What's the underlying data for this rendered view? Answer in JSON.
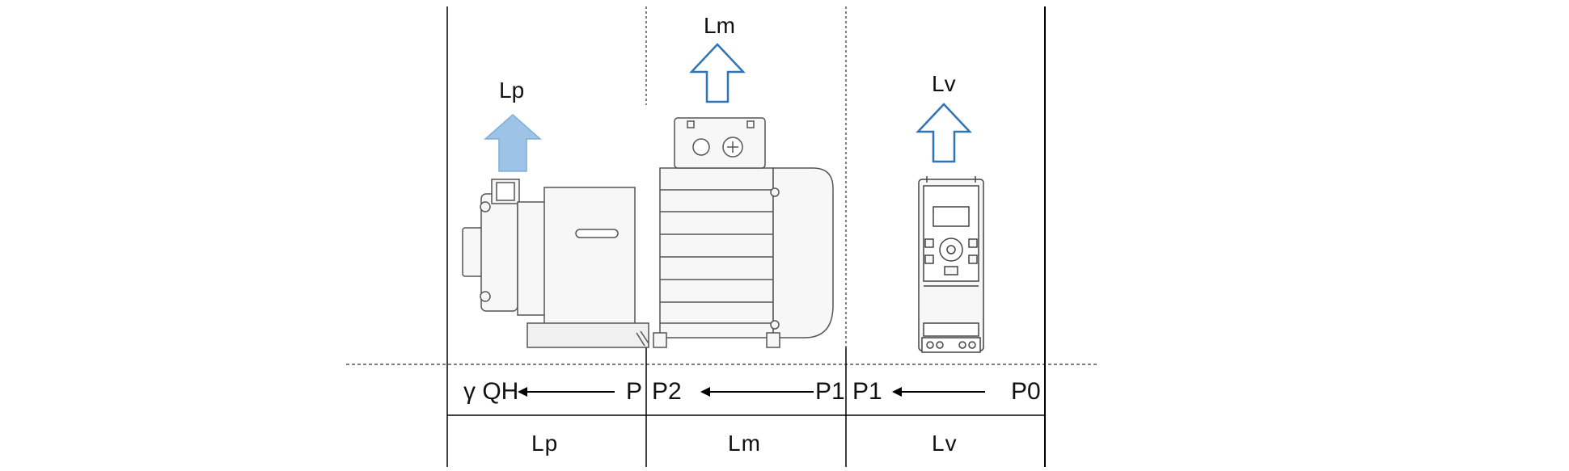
{
  "loss_labels": {
    "pump": "Lp",
    "motor": "Lm",
    "inverter": "Lv"
  },
  "power_flow": {
    "pump_output": "γ QH",
    "pump_input": "P",
    "motor_output": "P2",
    "motor_input": "P1",
    "inverter_output": "P1",
    "inverter_input": "P0"
  },
  "table_row": {
    "pump": "Lp",
    "motor": "Lm",
    "inverter": "Lv"
  },
  "colors": {
    "pump_loss_arrow": "#9dc3e6",
    "loss_arrow_outline": "#2e75b6",
    "line": "#000000",
    "equipment_fill": "#f2f2f2",
    "equipment_stroke": "#444444"
  }
}
